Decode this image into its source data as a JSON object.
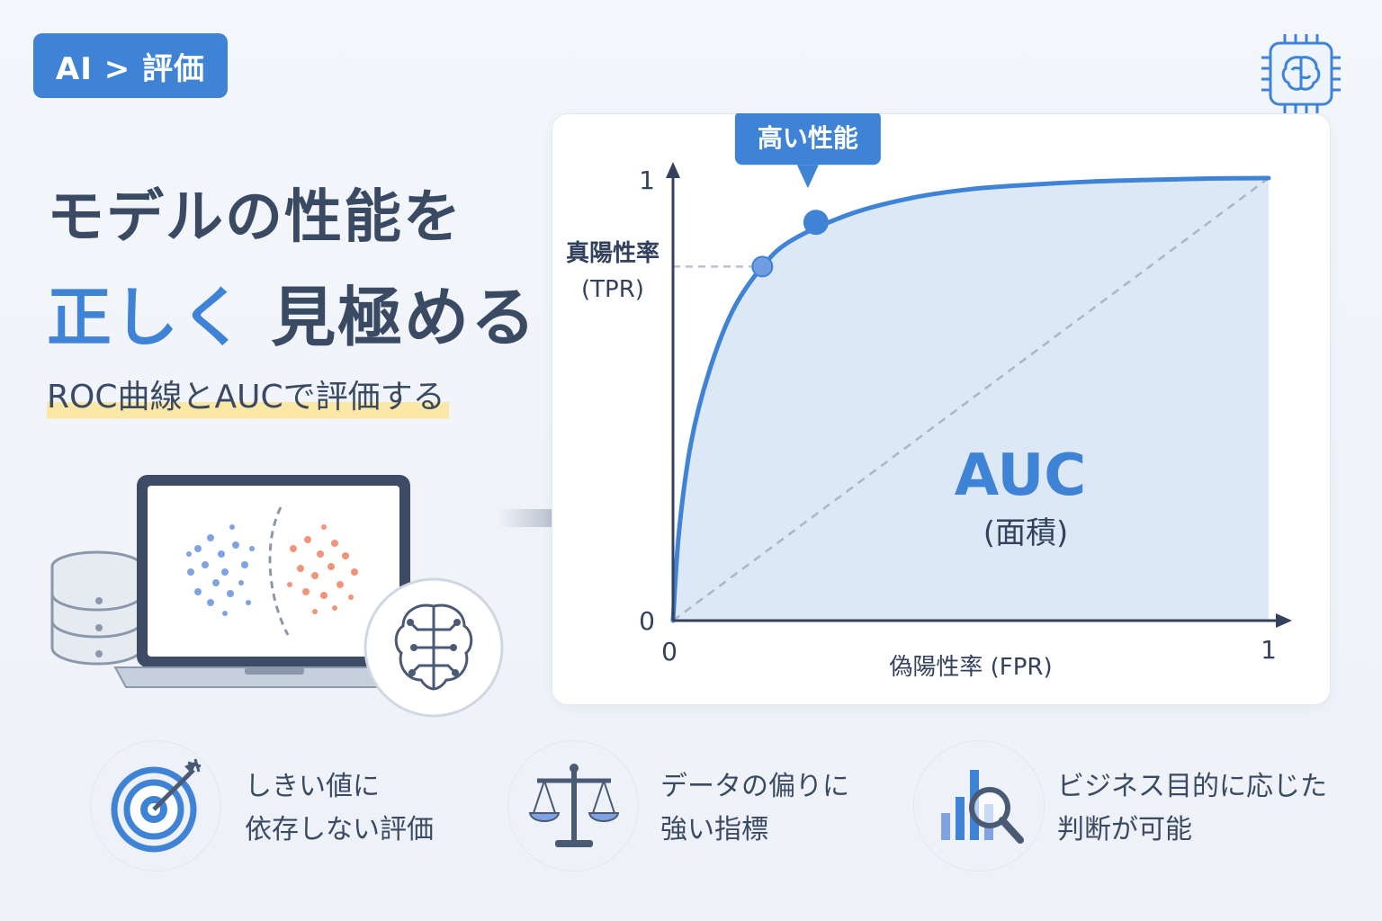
{
  "tag": {
    "label": "AI > 評価"
  },
  "headline": {
    "line1": "モデルの性能を",
    "line2_accent": "正しく",
    "line2_rest": "見極める",
    "subtitle": "ROC曲線とAUCで評価する"
  },
  "chart_data": {
    "type": "area",
    "ylabel_line1": "真陽性率",
    "ylabel_line2": "(TPR)",
    "xlabel": "偽陽性率 (FPR)",
    "x_ticks": [
      "0",
      "1"
    ],
    "y_ticks": [
      "0",
      "1"
    ],
    "xlim": [
      0,
      1
    ],
    "ylim": [
      0,
      1
    ],
    "series": [
      {
        "x": [
          0,
          0.01,
          0.03,
          0.06,
          0.1,
          0.15,
          0.2,
          0.3,
          0.4,
          0.5,
          0.6,
          0.7,
          0.8,
          0.9,
          1.0
        ],
        "y": [
          0,
          0.2,
          0.4,
          0.56,
          0.7,
          0.8,
          0.86,
          0.92,
          0.955,
          0.975,
          0.985,
          0.992,
          0.996,
          0.999,
          1.0
        ]
      }
    ],
    "diagonal": {
      "x": [
        0,
        1
      ],
      "y": [
        0,
        1
      ]
    },
    "points": [
      {
        "x": 0.15,
        "y": 0.8
      },
      {
        "x": 0.24,
        "y": 0.9
      }
    ],
    "callout": "高い性能",
    "area_label": "AUC",
    "area_sublabel": "(面積)",
    "colors": {
      "line": "#3f83d6",
      "fill": "#dde8f7",
      "diagonal": "#a9b6c9",
      "axis": "#33415c"
    }
  },
  "features": [
    {
      "icon": "target-icon",
      "line1": "しきい値に",
      "line2": "依存しない評価"
    },
    {
      "icon": "balance-scale-icon",
      "line1": "データの偏りに",
      "line2": "強い指標"
    },
    {
      "icon": "chart-search-icon",
      "line1": "ビジネス目的に応じた",
      "line2": "判断が可能"
    }
  ]
}
